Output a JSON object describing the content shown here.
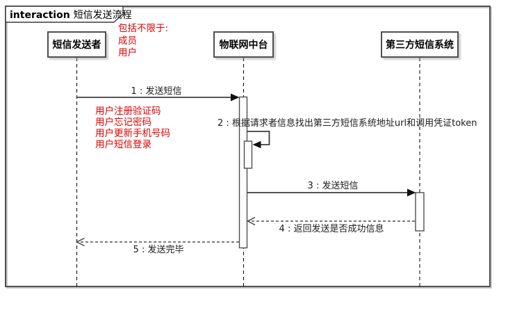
{
  "frame": {
    "keyword": "interaction",
    "title": "短信发送流程"
  },
  "actors": [
    {
      "label": "短信发送者"
    },
    {
      "label": "物联网中台"
    },
    {
      "label": "第三方短信系统"
    }
  ],
  "messages": [
    {
      "seq": "1",
      "label": "1 : 发送短信",
      "kind": "solid"
    },
    {
      "seq": "2",
      "label": "2 : 根据请求者信息找出第三方短信系统地址url和调用凭证token",
      "kind": "self"
    },
    {
      "seq": "3",
      "label": "3 : 发送短信",
      "kind": "solid"
    },
    {
      "seq": "4",
      "label": "4 : 返回发送是否成功信息",
      "kind": "dashed-return"
    },
    {
      "seq": "5",
      "label": "5 : 发送完毕",
      "kind": "dashed-return"
    }
  ],
  "annotations": {
    "scope_note": {
      "color": "#e00000",
      "lines": [
        "包括不限于:",
        "成员",
        "用户"
      ]
    },
    "usecase_note": {
      "color": "#e00000",
      "lines": [
        "用户注册验证码",
        "用户忘记密码",
        "用户更新手机号码",
        "用户短信登录"
      ]
    }
  },
  "colors": {
    "line": "#4f4f4f",
    "arrow": "#1a1a1a",
    "annotation_red": "#e00000"
  }
}
